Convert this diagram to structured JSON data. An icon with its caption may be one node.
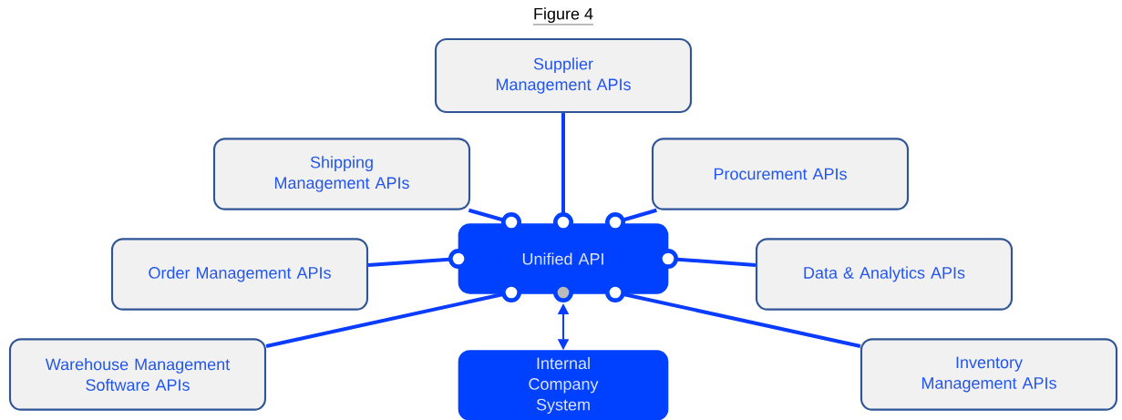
{
  "diagram": {
    "title": "Figure 4",
    "nodes": [
      {
        "text": [
          "Supplier Management APIs"
        ]
      },
      {
        "text": [
          "Shipping Management APIs"
        ]
      },
      {
        "text": [
          "Procurement APIs"
        ]
      },
      {
        "text": [
          "Unified API"
        ]
      },
      {
        "text": [
          "Order Management APIs"
        ]
      },
      {
        "text": [
          "Data & Analytics APIs"
        ]
      },
      {
        "text": [
          "Warehouse Management Software APIs"
        ]
      },
      {
        "text": [
          "Internal Company System"
        ]
      },
      {
        "text": [
          "Inventory Management APIs"
        ]
      }
    ],
    "edges": [
      {
        "from": 0,
        "to": 3,
        "arrow": "none"
      },
      {
        "from": 1,
        "to": 3,
        "arrow": "none"
      },
      {
        "from": 2,
        "to": 3,
        "arrow": "none"
      },
      {
        "from": 4,
        "to": 3,
        "arrow": "none"
      },
      {
        "from": 5,
        "to": 3,
        "arrow": "none"
      },
      {
        "from": 6,
        "to": 3,
        "arrow": "none"
      },
      {
        "from": 8,
        "to": 3,
        "arrow": "none"
      },
      {
        "from": 7,
        "to": 3,
        "arrow": "both"
      }
    ]
  }
}
